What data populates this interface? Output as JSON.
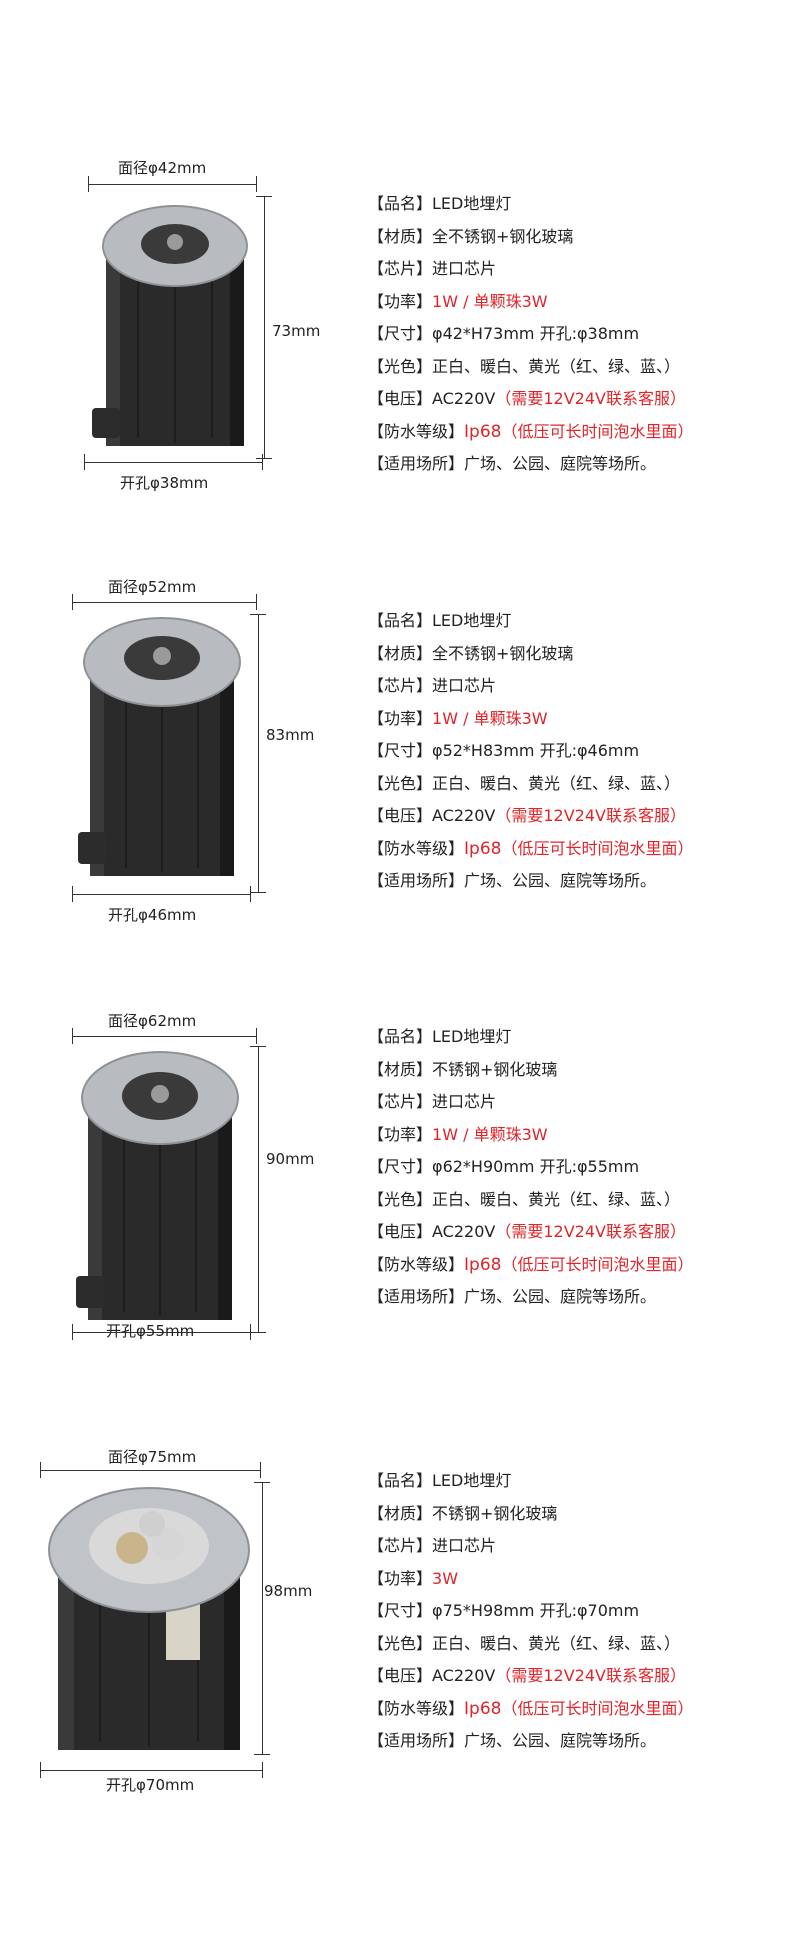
{
  "products": [
    {
      "face_dim": "面径φ42mm",
      "height_dim": "73mm",
      "hole_dim": "开孔φ38mm",
      "specs": [
        {
          "label": "【品名】",
          "value": "LED地埋灯",
          "highlight": "",
          "note": ""
        },
        {
          "label": "【材质】",
          "value": "全不锈钢+钢化玻璃",
          "highlight": "",
          "note": ""
        },
        {
          "label": "【芯片】",
          "value": "进口芯片",
          "highlight": "",
          "note": ""
        },
        {
          "label": "【功率】",
          "value": "",
          "highlight": "1W  / 单颗珠3W",
          "note": ""
        },
        {
          "label": "【尺寸】",
          "value": "φ42*H73mm     开孔:φ38mm",
          "highlight": "",
          "note": ""
        },
        {
          "label": "【光色】",
          "value": "正白、暖白、黄光（红、绿、蓝、）",
          "highlight": "",
          "note": ""
        },
        {
          "label": "【电压】",
          "value": "AC220V",
          "highlight": "",
          "note": "（需要12V24V联系客服）"
        },
        {
          "label": "【防水等级】",
          "value": "",
          "highlight": "Ip68",
          "note": "（低压可长时间泡水里面）"
        },
        {
          "label": "【适用场所】",
          "value": "广场、公园、庭院等场所。",
          "highlight": "",
          "note": ""
        }
      ]
    },
    {
      "face_dim": "面径φ52mm",
      "height_dim": "83mm",
      "hole_dim": "开孔φ46mm",
      "specs": [
        {
          "label": "【品名】",
          "value": "LED地埋灯",
          "highlight": "",
          "note": ""
        },
        {
          "label": "【材质】",
          "value": "全不锈钢+钢化玻璃",
          "highlight": "",
          "note": ""
        },
        {
          "label": "【芯片】",
          "value": "进口芯片",
          "highlight": "",
          "note": ""
        },
        {
          "label": "【功率】",
          "value": "",
          "highlight": "1W  / 单颗珠3W",
          "note": ""
        },
        {
          "label": "【尺寸】",
          "value": "φ52*H83mm     开孔:φ46mm",
          "highlight": "",
          "note": ""
        },
        {
          "label": "【光色】",
          "value": "正白、暖白、黄光（红、绿、蓝、）",
          "highlight": "",
          "note": ""
        },
        {
          "label": "【电压】",
          "value": "AC220V",
          "highlight": "",
          "note": "（需要12V24V联系客服）"
        },
        {
          "label": "【防水等级】",
          "value": "",
          "highlight": "Ip68",
          "note": "（低压可长时间泡水里面）"
        },
        {
          "label": "【适用场所】",
          "value": "广场、公园、庭院等场所。",
          "highlight": "",
          "note": ""
        }
      ]
    },
    {
      "face_dim": "面径φ62mm",
      "height_dim": "90mm",
      "hole_dim": "开孔φ55mm",
      "specs": [
        {
          "label": "【品名】",
          "value": "LED地埋灯",
          "highlight": "",
          "note": ""
        },
        {
          "label": "【材质】",
          "value": "不锈钢+钢化玻璃",
          "highlight": "",
          "note": ""
        },
        {
          "label": "【芯片】",
          "value": "进口芯片",
          "highlight": "",
          "note": ""
        },
        {
          "label": "【功率】",
          "value": "",
          "highlight": "1W  / 单颗珠3W",
          "note": ""
        },
        {
          "label": "【尺寸】",
          "value": "φ62*H90mm     开孔:φ55mm",
          "highlight": "",
          "note": ""
        },
        {
          "label": "【光色】",
          "value": "正白、暖白、黄光（红、绿、蓝、）",
          "highlight": "",
          "note": ""
        },
        {
          "label": "【电压】",
          "value": "AC220V",
          "highlight": "",
          "note": "（需要12V24V联系客服）"
        },
        {
          "label": "【防水等级】",
          "value": "",
          "highlight": "Ip68",
          "note": "（低压可长时间泡水里面）"
        },
        {
          "label": "【适用场所】",
          "value": "广场、公园、庭院等场所。",
          "highlight": "",
          "note": ""
        }
      ]
    },
    {
      "face_dim": "面径φ75mm",
      "height_dim": "98mm",
      "hole_dim": "开孔φ70mm",
      "specs": [
        {
          "label": "【品名】",
          "value": "LED地埋灯",
          "highlight": "",
          "note": ""
        },
        {
          "label": "【材质】",
          "value": "不锈钢+钢化玻璃",
          "highlight": "",
          "note": ""
        },
        {
          "label": "【芯片】",
          "value": "进口芯片",
          "highlight": "",
          "note": ""
        },
        {
          "label": "【功率】",
          "value": "",
          "highlight": "3W",
          "note": ""
        },
        {
          "label": "【尺寸】",
          "value": "φ75*H98mm     开孔:φ70mm",
          "highlight": "",
          "note": ""
        },
        {
          "label": "【光色】",
          "value": "正白、暖白、黄光（红、绿、蓝、）",
          "highlight": "",
          "note": ""
        },
        {
          "label": "【电压】",
          "value": "AC220V",
          "highlight": "",
          "note": "（需要12V24V联系客服）"
        },
        {
          "label": "【防水等级】",
          "value": "",
          "highlight": "Ip68",
          "note": "（低压可长时间泡水里面）"
        },
        {
          "label": "【适用场所】",
          "value": "广场、公园、庭院等场所。",
          "highlight": "",
          "note": ""
        }
      ]
    }
  ],
  "colors": {
    "highlight": "#e0242a",
    "text": "#222222",
    "lamp_body": "#2a2a2a",
    "steel": "#b8bcc0"
  }
}
